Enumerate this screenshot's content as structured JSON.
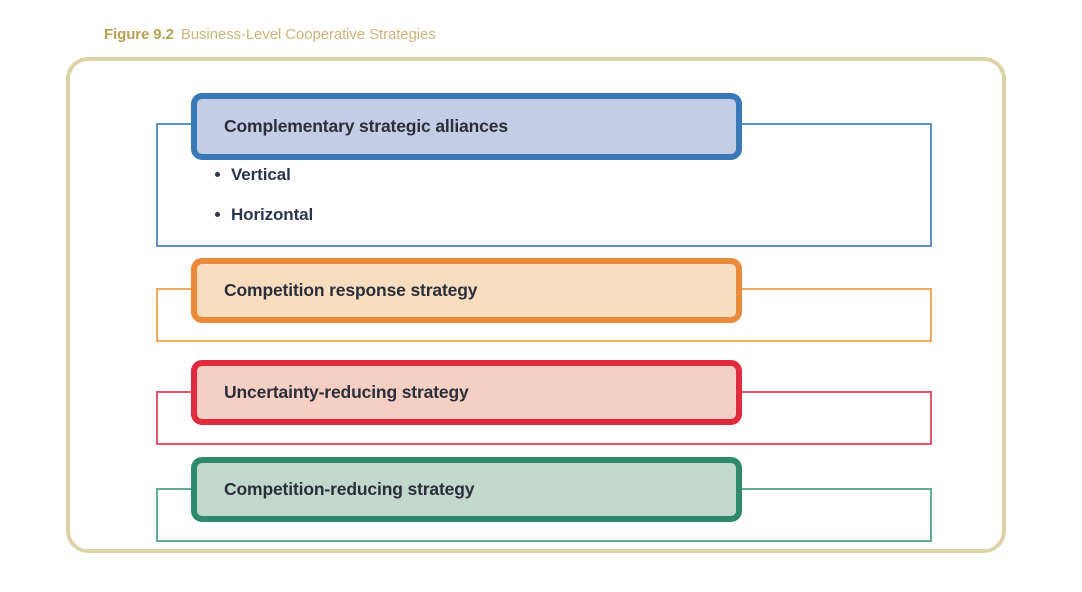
{
  "figure": {
    "label": "Figure 9.2",
    "title": "Business-Level Cooperative Strategies"
  },
  "colors": {
    "caption": "#c9b06a",
    "outer_frame": "#ddd3a8",
    "blue_border": "#3a79b8",
    "blue_fill": "#c3cde6",
    "blue_line": "#5b92cd",
    "orange_border": "#ea8a3c",
    "orange_fill": "#f9ddc0",
    "orange_line": "#f3a860",
    "red_border": "#e02b3f",
    "red_fill": "#f6cfc4",
    "red_line": "#e4546b",
    "green_border": "#2f8a6d",
    "green_fill": "#c2d8cd",
    "green_line": "#5fae91"
  },
  "diagram": {
    "type": "hierarchy",
    "nodes": [
      {
        "id": "complementary-strategic-alliances",
        "label": "Complementary strategic alliances",
        "color": "blue",
        "children": [
          {
            "id": "vertical",
            "label": "Vertical"
          },
          {
            "id": "horizontal",
            "label": "Horizontal"
          }
        ]
      },
      {
        "id": "competition-response-strategy",
        "label": "Competition response strategy",
        "color": "orange",
        "children": []
      },
      {
        "id": "uncertainty-reducing-strategy",
        "label": "Uncertainty-reducing strategy",
        "color": "red",
        "children": []
      },
      {
        "id": "competition-reducing-strategy",
        "label": "Competition-reducing strategy",
        "color": "green",
        "children": []
      }
    ]
  }
}
